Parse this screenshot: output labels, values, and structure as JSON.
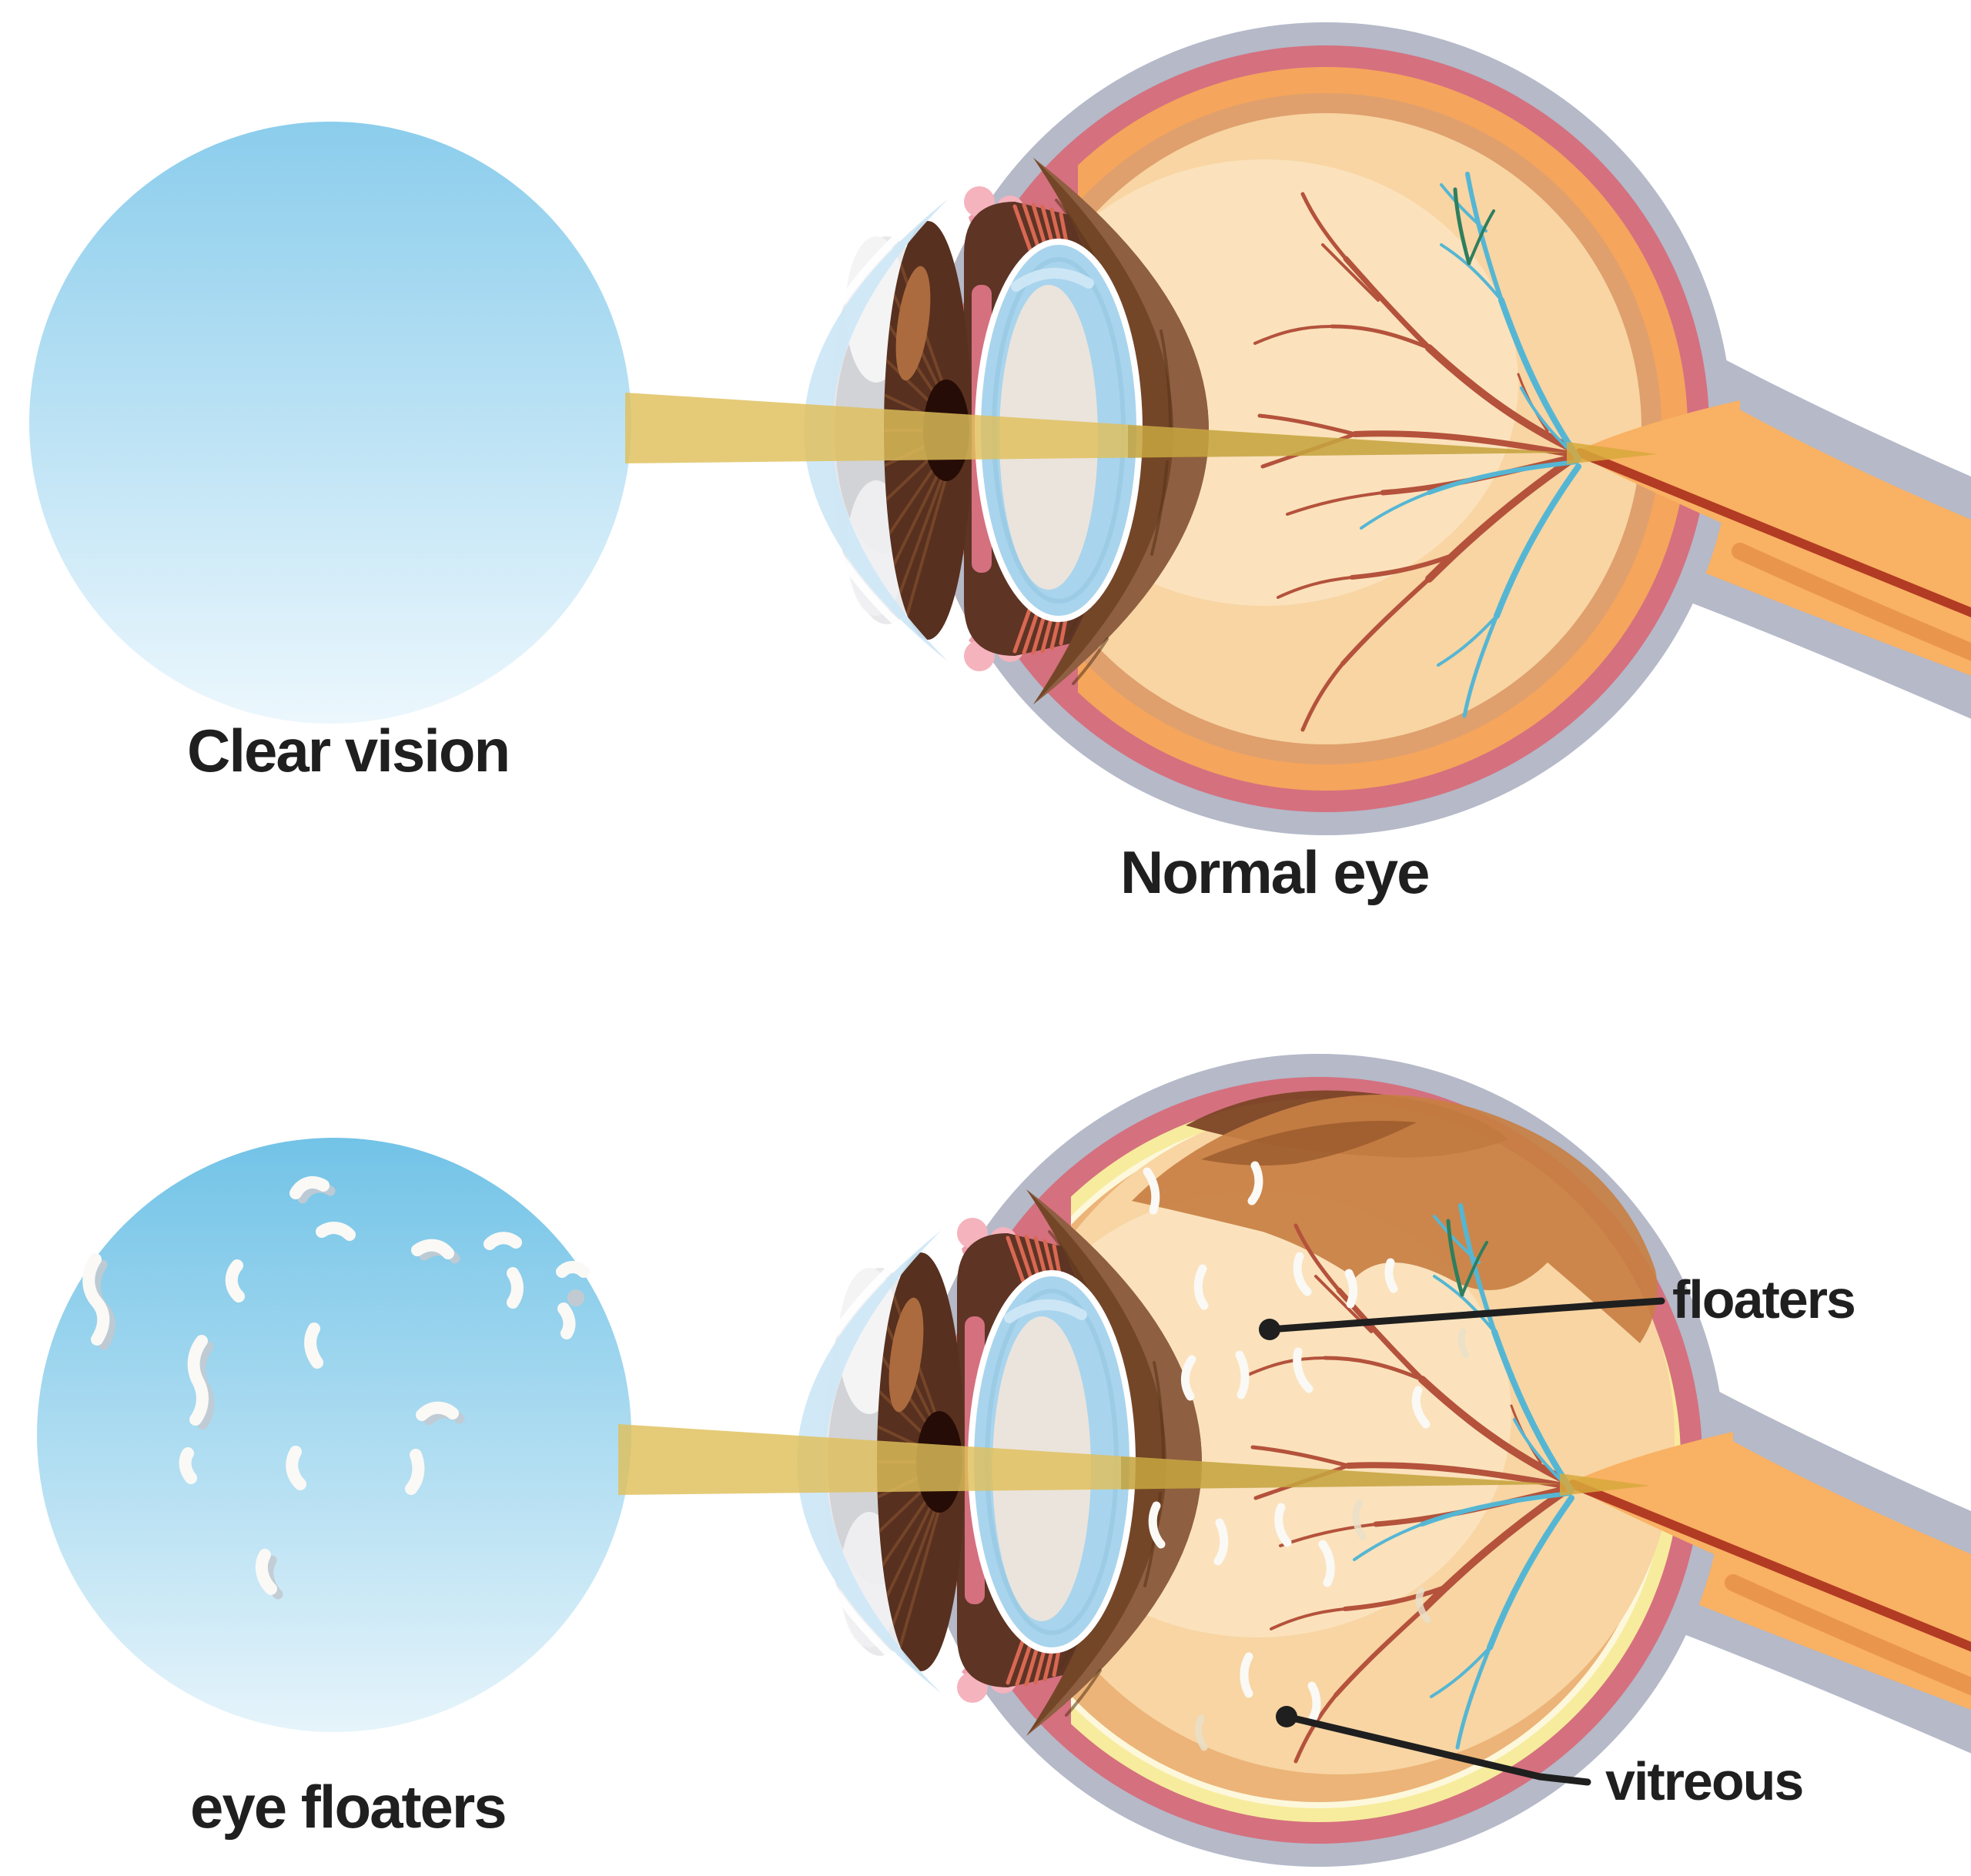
{
  "title": "Eye floaters comparison diagram",
  "labels": {
    "clear_vision": "Clear vision",
    "normal_eye": "Normal eye",
    "eye_floaters": "eye floaters",
    "floaters": "floaters",
    "vitreous": "vitreous"
  },
  "palette": {
    "ink": "#1f1f1f",
    "skyTop": "#8bcdec",
    "skyBottom": "#ecf7fd",
    "sky2Top": "#72c3e7",
    "sky2Bottom": "#e6f4fb",
    "beam": "#dfc05a",
    "beamDark": "#9c7512",
    "beamWedge": "#d8a93c",
    "sclera": "#b5b9c8",
    "choroid": "#d5707f",
    "pinkLight": "#ef9fae",
    "scallop": "#f5b3bd",
    "retinaOrange": "#f5a55c",
    "retinaTan": "#dfa06d",
    "vitreous": "#f8d5a3",
    "vitreousLight": "#fce4c1",
    "retinaYellow": "#f7ec9d",
    "retinaCream": "#fdf8dc",
    "vitreousRim": "#ecb478",
    "cavity": "#5e3425",
    "crescent": "#744628",
    "crescentLight": "#8f5f41",
    "grain": "#573317",
    "ciliary": "#d96852",
    "iris": "#57301f",
    "irisLine": "#7d4b2c",
    "irisPatch": "#ac6b3e",
    "pupil": "#260c06",
    "lensBlue": "#a9d4ed",
    "lensShade": "#8fc2de",
    "lensInner": "#ebe4dc",
    "lensHi": "#cfe8f6",
    "cornea": "#cfe7f7",
    "corneaWash": "#e8f3fb",
    "chamber": "#e9e9eb",
    "chamberGray": "#d2d3d7",
    "vesselRed": "#b4523c",
    "vesselBlue": "#55b6d4",
    "vesselTeal": "#2f7e5e",
    "nerveCore": "#f9b163",
    "nerveLine": "#b23b23",
    "nerveBand": "#e28a43",
    "detach": "#c87f43",
    "detachDark": "#9a5a2c",
    "detachBlob": "#7c4526",
    "floaterWhite": "#faf9f5",
    "floaterGray": "#c2cad1",
    "floaterBeige": "#e9dfc9"
  }
}
